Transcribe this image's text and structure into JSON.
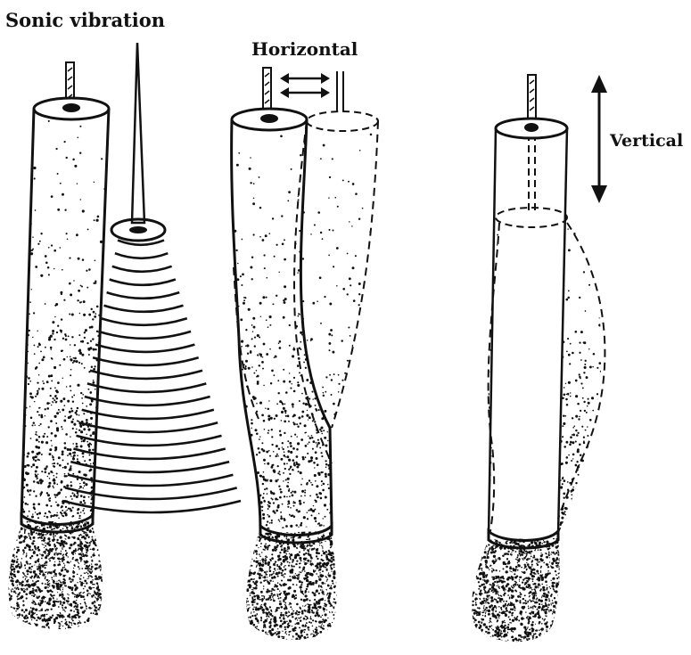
{
  "labels": {
    "sonic": "Sonic vibration",
    "horizontal": "Horizontal",
    "vertical": "Vertical"
  },
  "colors": {
    "ink": "#111111",
    "paper": "#ffffff"
  }
}
